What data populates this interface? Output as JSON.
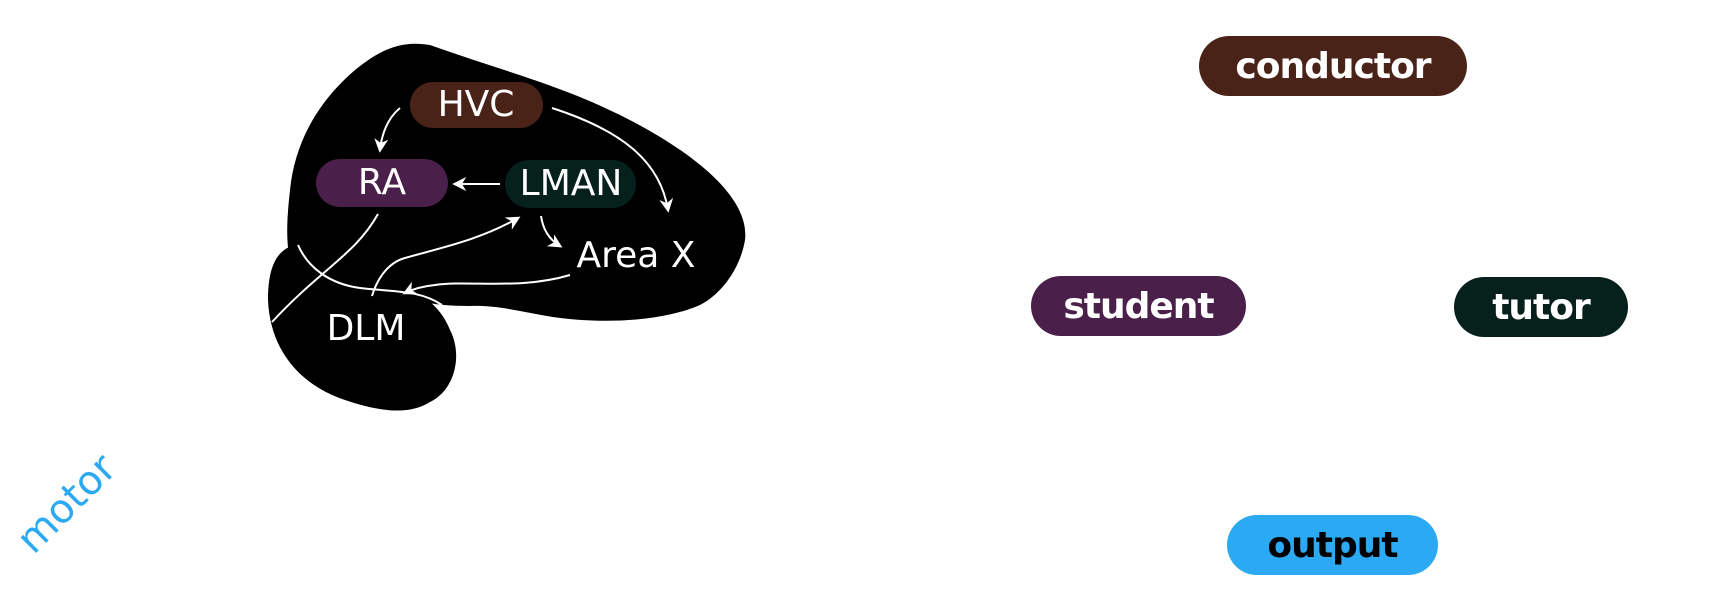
{
  "colors": {
    "conductor": "#4a2318",
    "student": "#4a1f4a",
    "tutor": "#06211b",
    "output": "#2ba9f3",
    "brain": "#000000",
    "motor": "#2ba9f3"
  },
  "brain": {
    "hvc": "HVC",
    "ra": "RA",
    "lman": "LMAN",
    "area_x": "Area X",
    "dlm": "DLM"
  },
  "roles": {
    "conductor": "conductor",
    "student": "student",
    "tutor": "tutor",
    "output": "output"
  },
  "side_label": "motor"
}
